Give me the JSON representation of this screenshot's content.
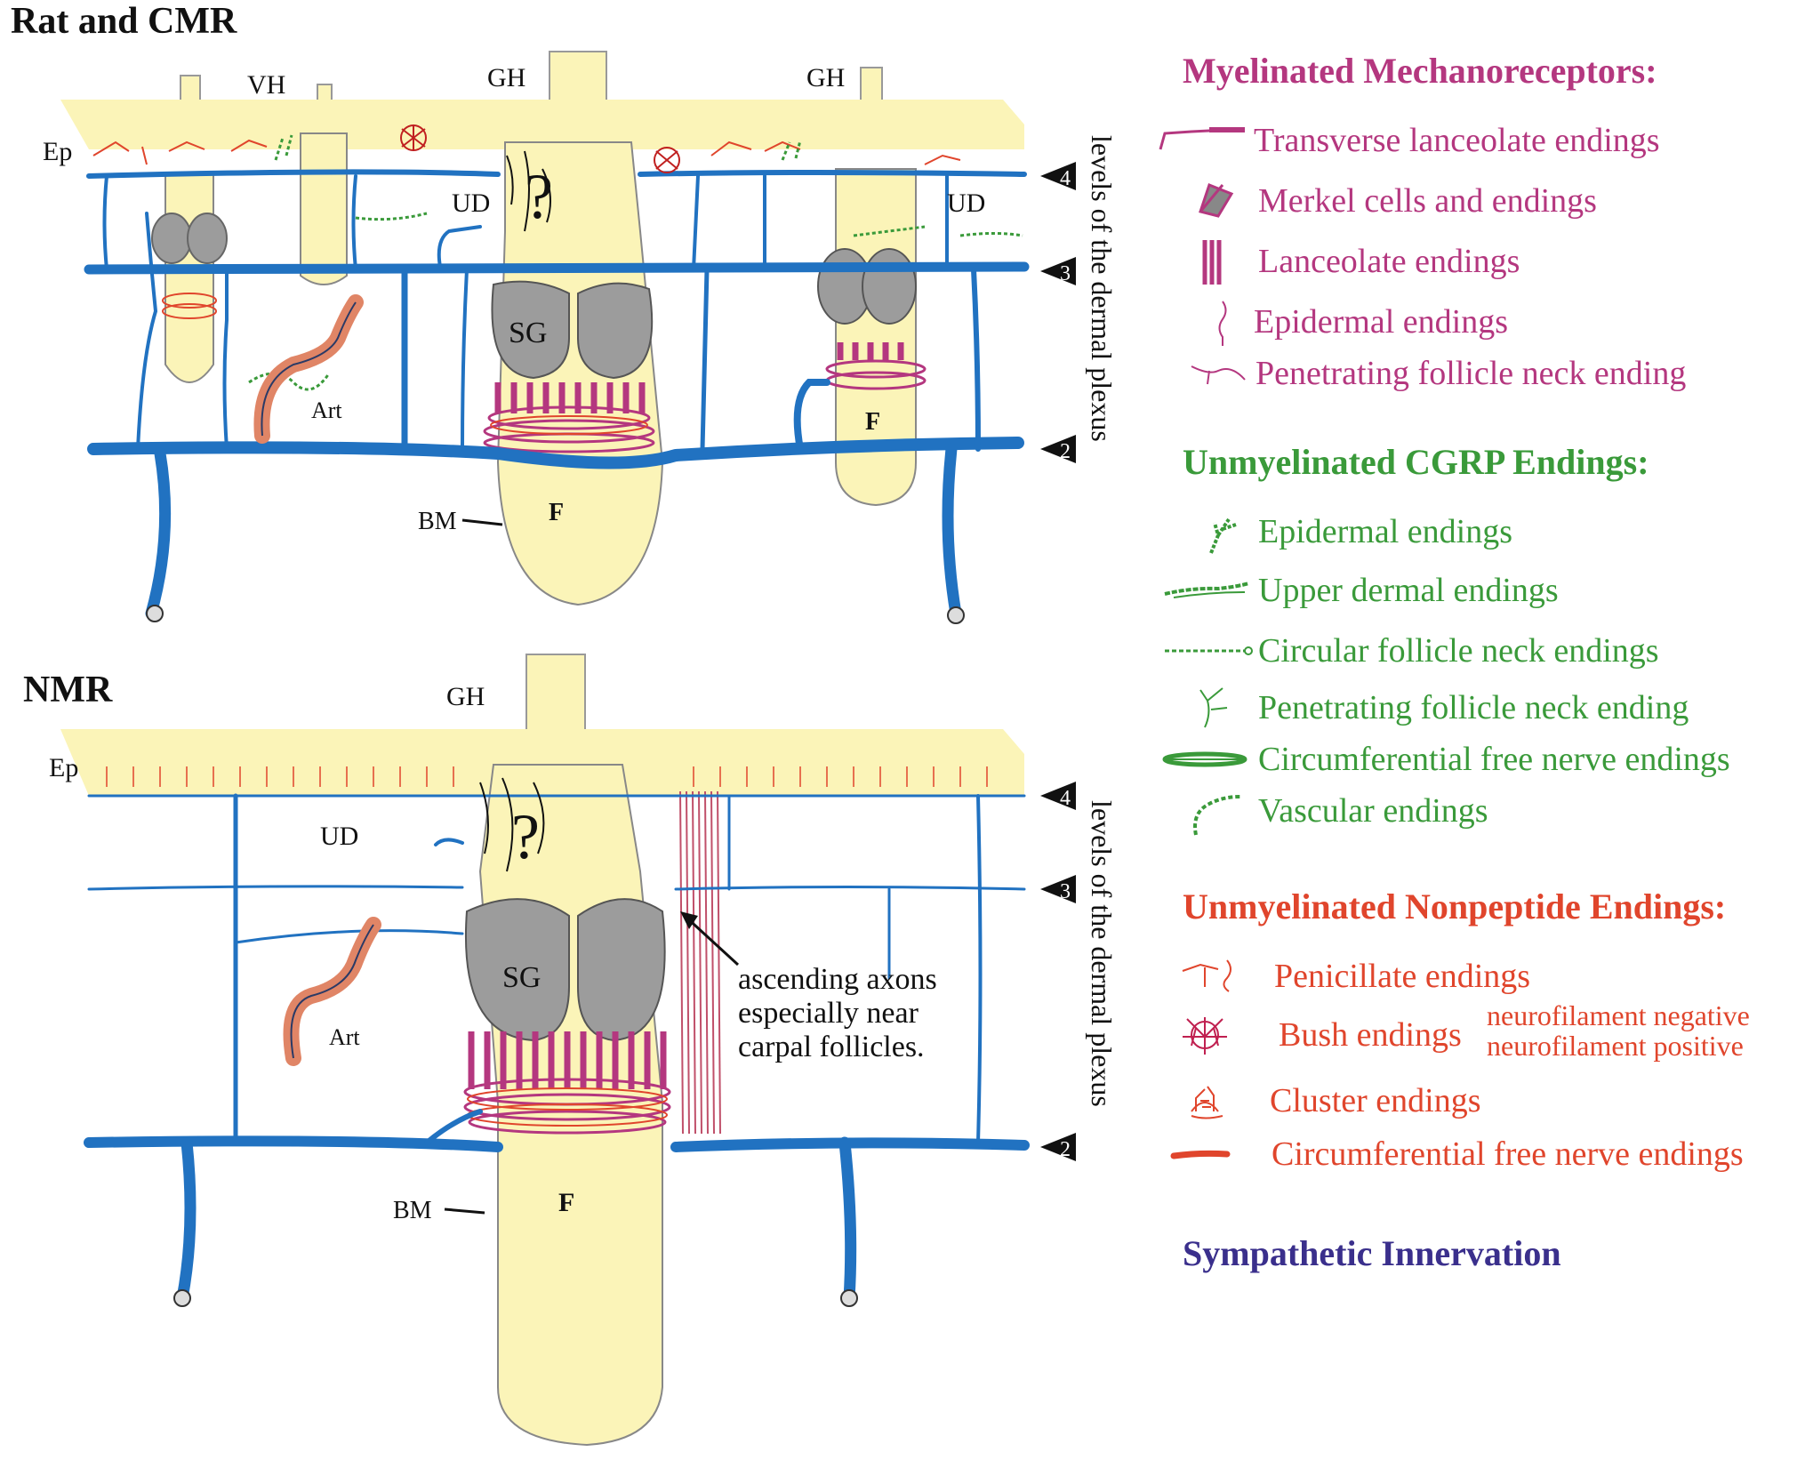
{
  "panels": {
    "top": {
      "title": "Rat and CMR",
      "labels": {
        "vh": "VH",
        "gh1": "GH",
        "gh2": "GH",
        "ep": "Ep",
        "ud1": "UD",
        "ud2": "UD",
        "sg": "SG",
        "art": "Art",
        "f_main": "F",
        "f_right": "F",
        "bm": "BM",
        "question": "?"
      },
      "plexus_axis": "levels of the dermal plexus",
      "levels": [
        "4",
        "3",
        "2"
      ]
    },
    "bottom": {
      "title": "NMR",
      "labels": {
        "gh": "GH",
        "ep": "Ep",
        "ud": "UD",
        "sg": "SG",
        "art": "Art",
        "f": "F",
        "bm": "BM",
        "question": "?"
      },
      "annotation": [
        "ascending axons",
        "especially near",
        "carpal follicles."
      ],
      "plexus_axis": "levels of the dermal plexus",
      "levels": [
        "4",
        "3",
        "2"
      ]
    }
  },
  "legend": {
    "myelinated": {
      "heading": "Myelinated Mechanoreceptors:",
      "color": "#b4377f",
      "items": [
        {
          "label": "Transverse lanceolate endings",
          "icon": "transverse-lanceolate-icon"
        },
        {
          "label": "Merkel cells and endings",
          "icon": "merkel-cell-icon"
        },
        {
          "label": "Lanceolate endings",
          "icon": "lanceolate-icon"
        },
        {
          "label": "Epidermal  endings",
          "icon": "epidermal-ending-icon"
        },
        {
          "label": "Penetrating follicle neck ending",
          "icon": "penetrating-ending-icon"
        }
      ]
    },
    "cgrp": {
      "heading": "Unmyelinated CGRP Endings:",
      "color": "#3a9a3a",
      "items": [
        {
          "label": "Epidermal endings",
          "icon": "cgrp-epidermal-icon"
        },
        {
          "label": "Upper dermal endings",
          "icon": "cgrp-upper-dermal-icon"
        },
        {
          "label": "Circular follicle neck endings",
          "icon": "cgrp-circular-icon"
        },
        {
          "label": "Penetrating follicle neck ending",
          "icon": "cgrp-penetrating-icon"
        },
        {
          "label": "Circumferential free nerve  endings",
          "icon": "cgrp-circumferential-icon"
        },
        {
          "label": "Vascular endings",
          "icon": "cgrp-vascular-icon"
        }
      ]
    },
    "nonpeptide": {
      "heading": "Unmyelinated Nonpeptide Endings:",
      "color": "#e0452c",
      "items": [
        {
          "label": "Penicillate endings",
          "icon": "penicillate-icon"
        },
        {
          "label": "Bush endings",
          "icon": "bush-ending-icon"
        },
        {
          "label": "Cluster endings",
          "icon": "cluster-ending-icon"
        },
        {
          "label": "Circumferential free nerve endings",
          "icon": "np-circumferential-icon"
        }
      ],
      "bush_notes": [
        "neurofilament negative",
        "neurofilament positive"
      ]
    },
    "sympathetic": {
      "heading": "Sympathetic Innervation",
      "color": "#3a2f8c"
    }
  },
  "colors": {
    "skin": "#fbf4b8",
    "nerve": "#2172c1",
    "gland": "#9c9c9c",
    "myelinated": "#b4377f",
    "cgrp": "#3a9a3a",
    "nonpeptide": "#e0452c",
    "artery": "#e08566"
  }
}
